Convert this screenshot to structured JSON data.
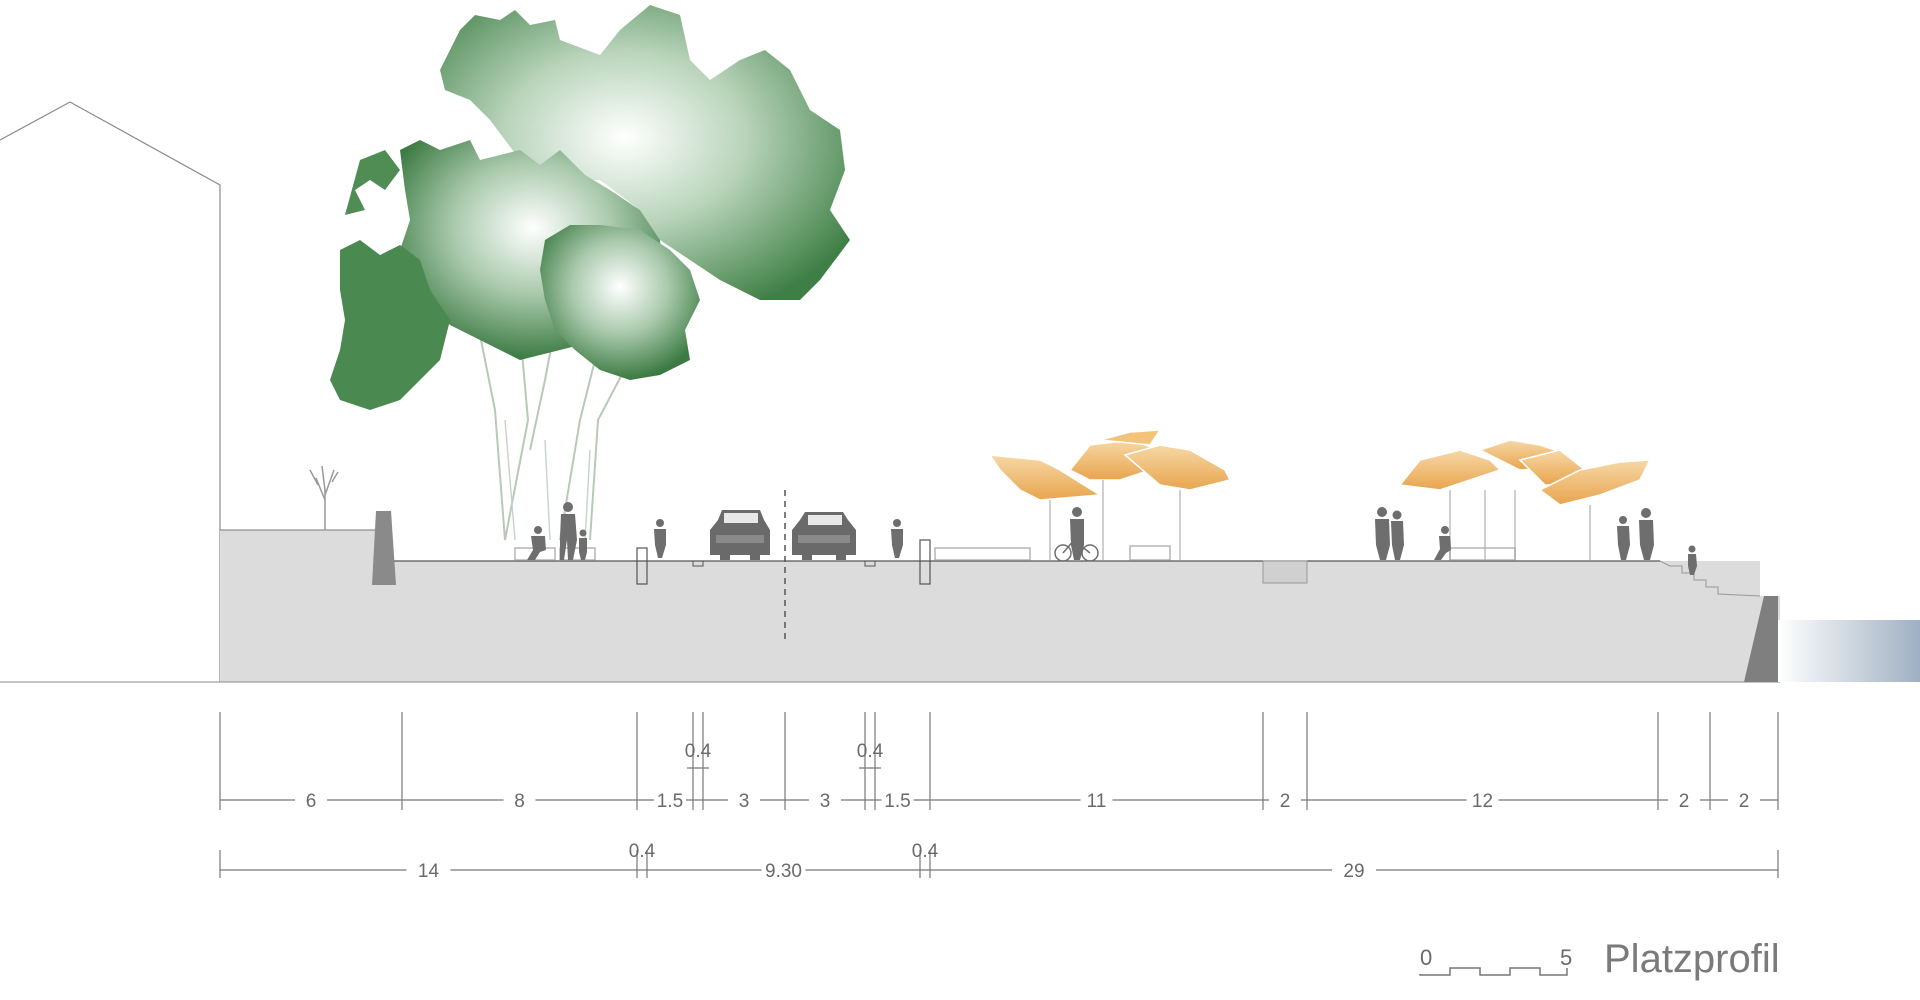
{
  "title": "Platzprofil",
  "scale_bar": {
    "start_label": "0",
    "end_label": "5"
  },
  "dimensions_row1": [
    "6",
    "8",
    "1.5",
    "3",
    "3",
    "1.5",
    "11",
    "2",
    "12",
    "2",
    "2"
  ],
  "dimensions_small": [
    "0.4",
    "0.4"
  ],
  "dimensions_row2": [
    "14",
    "0.4",
    "9.30",
    "0.4",
    "29"
  ],
  "colors": {
    "ground": "#dcdcdc",
    "tree_dark": "#3e7f45",
    "canopy": "#f0b860",
    "figure": "#6e6e6e",
    "water": "#a7b6c6"
  },
  "icons": [
    "tree-icon",
    "canopy-icon",
    "car-icon",
    "person-icon",
    "bicycle-icon",
    "bench-icon"
  ]
}
